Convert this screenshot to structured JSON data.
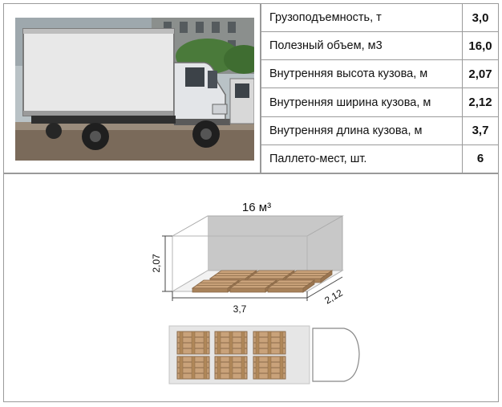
{
  "specs": [
    {
      "label": "Грузоподъемность, т",
      "value": "3,0"
    },
    {
      "label": "Полезный объем, м3",
      "value": "16,0"
    },
    {
      "label": "Внутренняя высота кузова, м",
      "value": "2,07"
    },
    {
      "label": "Внутренняя ширина кузова, м",
      "value": "2,12"
    },
    {
      "label": "Внутренняя длина кузова, м",
      "value": "3,7"
    },
    {
      "label": "Паллето-мест, шт.",
      "value": "6"
    }
  ],
  "diagram": {
    "volume_label": "16 м³",
    "height_label": "2,07",
    "length_label": "3,7",
    "width_label": "2,12",
    "pallet_count": 6
  },
  "colors": {
    "border": "#9a9a9a",
    "cargo_back_wall": "#c8c8c8",
    "pallet": "#c9a27a",
    "pallet_dark": "#8a6a49",
    "truck_box": "#e6e6e6",
    "truck_cab": "#e3e5e8"
  }
}
